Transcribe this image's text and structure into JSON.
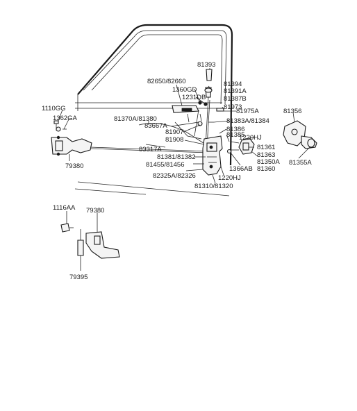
{
  "labels": {
    "p81393": "81393",
    "p82650": "82650/82660",
    "p81394": "81394",
    "p1360gd": "1360GD",
    "p81391a": "81391A",
    "p1231db": "1231DB",
    "p81387b": "81387B",
    "p81973": "81973",
    "p81975a": "81975A",
    "p81356": "81356",
    "p1110gg": "1110GG",
    "p1362ga": "1362GA",
    "p81370a": "81370A/81380",
    "p83667a": "83667A",
    "p81383a": "81383A/81384",
    "p81907": "81907",
    "p81386": "81386",
    "p81908": "81908",
    "p81385": "81385",
    "p1220hj_a": "1220HJ",
    "p83317a": "83317A",
    "p81361": "81361",
    "p81381": "81381/81382",
    "p81363": "81363",
    "p81355a": "81355A",
    "p79380_a": "79380",
    "p81455": "81455/81456",
    "p81350a": "81350A",
    "p1366ab": "1366AB",
    "p81360": "81360",
    "p82325a": "82325A/82326",
    "p1220hj_b": "1220HJ",
    "p81310": "81310/81320",
    "p1116aa": "1116AA",
    "p79380_b": "79380",
    "p79395": "79395"
  }
}
